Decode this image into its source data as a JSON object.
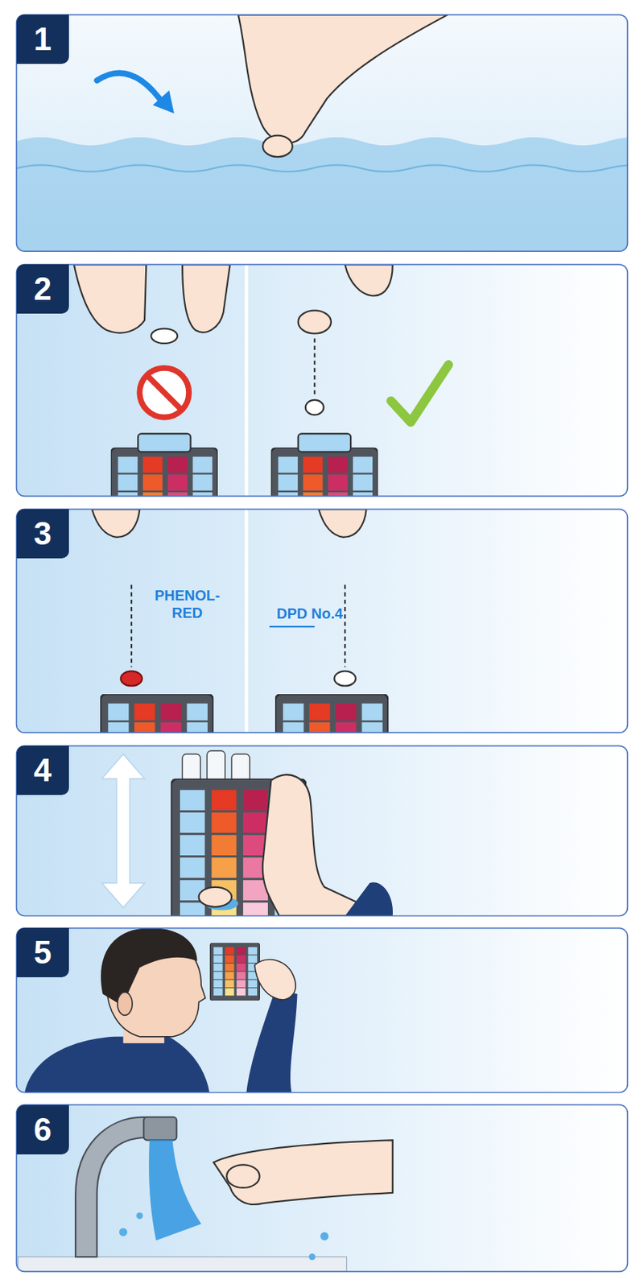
{
  "diagram": {
    "nodes": [
      {
        "text": [
          "1"
        ]
      },
      {
        "text": [
          "2"
        ]
      },
      {
        "text": [
          "3"
        ]
      },
      {
        "text": [
          "4"
        ]
      },
      {
        "text": [
          "5"
        ]
      },
      {
        "text": [
          "6"
        ]
      }
    ],
    "labels": [
      "PHENOL- RED",
      "DPD No.4"
    ]
  }
}
